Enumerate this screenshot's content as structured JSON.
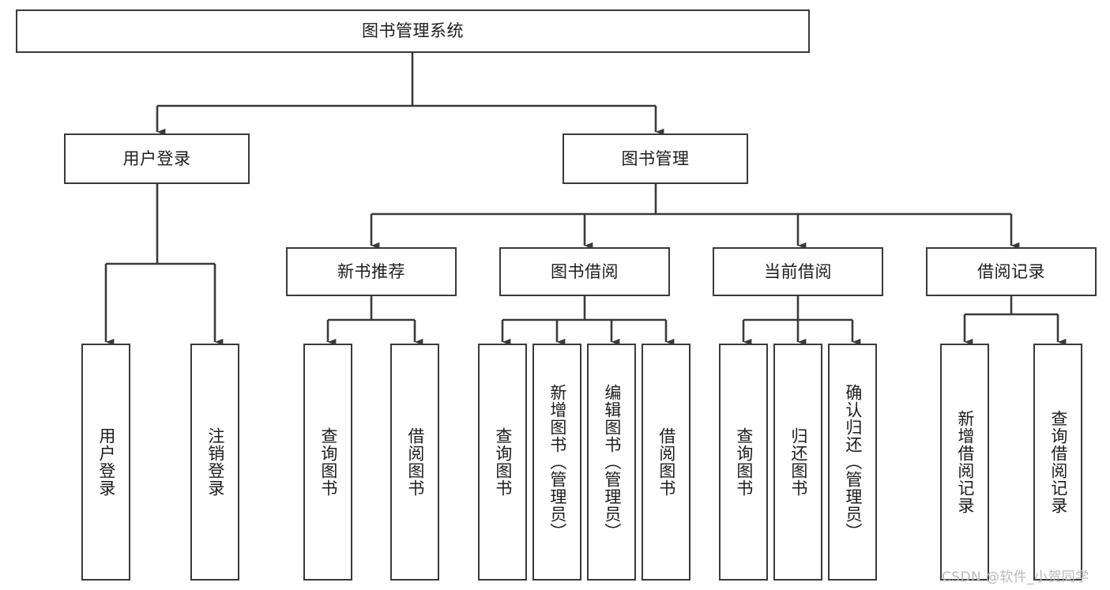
{
  "diagram": {
    "type": "hierarchy-tree",
    "title": "图书管理系统",
    "line_color": "#3a3a3a",
    "text_color": "#1c1c1c",
    "background": "#ffffff",
    "root": {
      "id": "root",
      "label": "图书管理系统",
      "orientation": "horizontal"
    },
    "level2": [
      {
        "id": "user-login",
        "label": "用户登录",
        "orientation": "horizontal"
      },
      {
        "id": "book-manage",
        "label": "图书管理",
        "orientation": "horizontal"
      }
    ],
    "level3": [
      {
        "id": "new-book-recommend",
        "label": "新书推荐",
        "orientation": "horizontal"
      },
      {
        "id": "book-borrow",
        "label": "图书借阅",
        "orientation": "horizontal"
      },
      {
        "id": "current-borrow",
        "label": "当前借阅",
        "orientation": "horizontal"
      },
      {
        "id": "borrow-record",
        "label": "借阅记录",
        "orientation": "horizontal"
      }
    ],
    "leaves": [
      {
        "id": "leaf-user-login",
        "label": "用户登录",
        "parent": "user-login",
        "orientation": "vertical"
      },
      {
        "id": "leaf-user-logout",
        "label": "注销登录",
        "parent": "user-login",
        "orientation": "vertical"
      },
      {
        "id": "leaf-query-book-1",
        "label": "查询图书",
        "parent": "new-book-recommend",
        "orientation": "vertical"
      },
      {
        "id": "leaf-borrow-book-1",
        "label": "借阅图书",
        "parent": "new-book-recommend",
        "orientation": "vertical"
      },
      {
        "id": "leaf-query-book-2",
        "label": "查询图书",
        "parent": "book-borrow",
        "orientation": "vertical"
      },
      {
        "id": "leaf-add-book",
        "label": "新增图书（管理员）",
        "parent": "book-borrow",
        "orientation": "vertical"
      },
      {
        "id": "leaf-edit-book",
        "label": "编辑图书（管理员）",
        "parent": "book-borrow",
        "orientation": "vertical"
      },
      {
        "id": "leaf-borrow-book-2",
        "label": "借阅图书",
        "parent": "book-borrow",
        "orientation": "vertical"
      },
      {
        "id": "leaf-query-book-3",
        "label": "查询图书",
        "parent": "current-borrow",
        "orientation": "vertical"
      },
      {
        "id": "leaf-return-book",
        "label": "归还图书",
        "parent": "current-borrow",
        "orientation": "vertical"
      },
      {
        "id": "leaf-confirm-return",
        "label": "确认归还（管理员）",
        "parent": "current-borrow",
        "orientation": "vertical"
      },
      {
        "id": "leaf-add-record",
        "label": "新增借阅记录",
        "parent": "borrow-record",
        "orientation": "vertical"
      },
      {
        "id": "leaf-query-record",
        "label": "查询借阅记录",
        "parent": "borrow-record",
        "orientation": "vertical"
      }
    ]
  },
  "watermark": {
    "text": "CSDN @软件_小贺同学",
    "color": "#b9b9b9"
  }
}
